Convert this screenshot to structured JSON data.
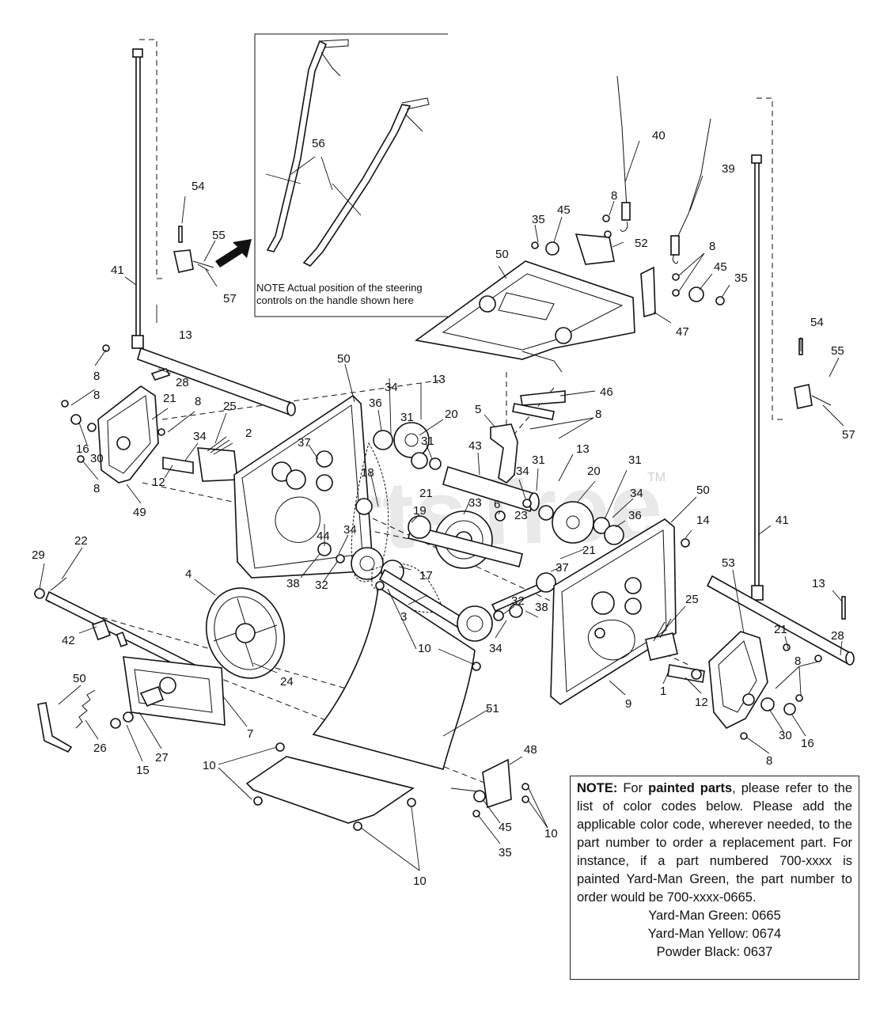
{
  "diagram": {
    "watermark": "PartsTree",
    "watermark_tm": "TM",
    "callouts": [
      {
        "id": "c41a",
        "text": "41"
      },
      {
        "id": "c54a",
        "text": "54"
      },
      {
        "id": "c55a",
        "text": "55"
      },
      {
        "id": "c57a",
        "text": "57"
      },
      {
        "id": "c13a",
        "text": "13"
      },
      {
        "id": "c8a",
        "text": "8"
      },
      {
        "id": "c28a",
        "text": "28"
      },
      {
        "id": "c21a",
        "text": "21"
      },
      {
        "id": "c8b",
        "text": "8"
      },
      {
        "id": "c25a",
        "text": "25"
      },
      {
        "id": "c2",
        "text": "2"
      },
      {
        "id": "c34a",
        "text": "34"
      },
      {
        "id": "c16a",
        "text": "16"
      },
      {
        "id": "c30a",
        "text": "30"
      },
      {
        "id": "c8c",
        "text": "8"
      },
      {
        "id": "c12a",
        "text": "12"
      },
      {
        "id": "c49",
        "text": "49"
      },
      {
        "id": "c8d",
        "text": "8"
      },
      {
        "id": "c50a",
        "text": "50"
      },
      {
        "id": "c36a",
        "text": "36"
      },
      {
        "id": "c34b",
        "text": "34"
      },
      {
        "id": "c31a",
        "text": "31"
      },
      {
        "id": "c13b",
        "text": "13"
      },
      {
        "id": "c20a",
        "text": "20"
      },
      {
        "id": "c31b",
        "text": "31"
      },
      {
        "id": "c37a",
        "text": "37"
      },
      {
        "id": "c18",
        "text": "18"
      },
      {
        "id": "c21b",
        "text": "21"
      },
      {
        "id": "c19",
        "text": "19"
      },
      {
        "id": "c33",
        "text": "33"
      },
      {
        "id": "c44",
        "text": "44"
      },
      {
        "id": "c34c",
        "text": "34"
      },
      {
        "id": "c38a",
        "text": "38"
      },
      {
        "id": "c32a",
        "text": "32"
      },
      {
        "id": "c17",
        "text": "17"
      },
      {
        "id": "c3",
        "text": "3"
      },
      {
        "id": "c4",
        "text": "4"
      },
      {
        "id": "c29",
        "text": "29"
      },
      {
        "id": "c22",
        "text": "22"
      },
      {
        "id": "c42",
        "text": "42"
      },
      {
        "id": "c24",
        "text": "24"
      },
      {
        "id": "c50b",
        "text": "50"
      },
      {
        "id": "c26",
        "text": "26"
      },
      {
        "id": "c15",
        "text": "15"
      },
      {
        "id": "c27",
        "text": "27"
      },
      {
        "id": "c7",
        "text": "7"
      },
      {
        "id": "c10a",
        "text": "10"
      },
      {
        "id": "c10b",
        "text": "10"
      },
      {
        "id": "c51",
        "text": "51"
      },
      {
        "id": "c10c",
        "text": "10"
      },
      {
        "id": "c10d",
        "text": "10"
      },
      {
        "id": "c48",
        "text": "48"
      },
      {
        "id": "c45a",
        "text": "45"
      },
      {
        "id": "c35a",
        "text": "35"
      },
      {
        "id": "c56",
        "text": "56"
      },
      {
        "id": "c40",
        "text": "40"
      },
      {
        "id": "c39",
        "text": "39"
      },
      {
        "id": "c8e",
        "text": "8"
      },
      {
        "id": "c35b",
        "text": "35"
      },
      {
        "id": "c45b",
        "text": "45"
      },
      {
        "id": "c52",
        "text": "52"
      },
      {
        "id": "c50c",
        "text": "50"
      },
      {
        "id": "c8f",
        "text": "8"
      },
      {
        "id": "c45c",
        "text": "45"
      },
      {
        "id": "c35c",
        "text": "35"
      },
      {
        "id": "c47",
        "text": "47"
      },
      {
        "id": "c46",
        "text": "46"
      },
      {
        "id": "c5",
        "text": "5"
      },
      {
        "id": "c8g",
        "text": "8"
      },
      {
        "id": "c13c",
        "text": "13"
      },
      {
        "id": "c43",
        "text": "43"
      },
      {
        "id": "c31c",
        "text": "31"
      },
      {
        "id": "c34d",
        "text": "34"
      },
      {
        "id": "c6",
        "text": "6"
      },
      {
        "id": "c23",
        "text": "23"
      },
      {
        "id": "c20b",
        "text": "20"
      },
      {
        "id": "c31d",
        "text": "31"
      },
      {
        "id": "c34e",
        "text": "34"
      },
      {
        "id": "c36b",
        "text": "36"
      },
      {
        "id": "c21c",
        "text": "21"
      },
      {
        "id": "c37b",
        "text": "37"
      },
      {
        "id": "c32b",
        "text": "32"
      },
      {
        "id": "c38b",
        "text": "38"
      },
      {
        "id": "c34f",
        "text": "34"
      },
      {
        "id": "c50d",
        "text": "50"
      },
      {
        "id": "c14",
        "text": "14"
      },
      {
        "id": "c41b",
        "text": "41"
      },
      {
        "id": "c54b",
        "text": "54"
      },
      {
        "id": "c55b",
        "text": "55"
      },
      {
        "id": "c57b",
        "text": "57"
      },
      {
        "id": "c13d",
        "text": "13"
      },
      {
        "id": "c28b",
        "text": "28"
      },
      {
        "id": "c21d",
        "text": "21"
      },
      {
        "id": "c8h",
        "text": "8"
      },
      {
        "id": "c25b",
        "text": "25"
      },
      {
        "id": "c53",
        "text": "53"
      },
      {
        "id": "c1",
        "text": "1"
      },
      {
        "id": "c9",
        "text": "9"
      },
      {
        "id": "c12b",
        "text": "12"
      },
      {
        "id": "c30b",
        "text": "30"
      },
      {
        "id": "c16b",
        "text": "16"
      },
      {
        "id": "c8i",
        "text": "8"
      }
    ]
  },
  "inset": {
    "note": "NOTE  Actual position of the steering controls on the handle shown here"
  },
  "note_box": {
    "heading": "NOTE:",
    "text_1": " For ",
    "bold_term": "painted parts",
    "text_2": ", please refer to the list of color codes below.  Please add the applicable color code, wherever needed, to the part number to order a replacement part.  For instance, if a part numbered 700-xxxx is painted Yard-Man Green, the part number to order would be 700-xxxx-0665.",
    "codes": [
      "Yard-Man Green: 0665",
      "Yard-Man Yellow: 0674",
      "Powder Black: 0637"
    ]
  }
}
